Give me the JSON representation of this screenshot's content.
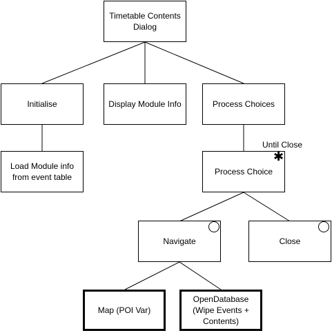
{
  "nodes": {
    "timetable_contents_dialog": "Timetable Contents\nDialog",
    "initialise": "Initialise",
    "display_module_info": "Display Module Info",
    "process_choices": "Process Choices",
    "load_module_info": "Load Module info\nfrom event table",
    "process_choice": "Process Choice",
    "navigate": "Navigate",
    "close": "Close",
    "map_poi_var": "Map (POI Var)",
    "open_database": "OpenDatabase\n(Wipe Events +\nContents)"
  },
  "edge_labels": {
    "until_close": "Until Close"
  },
  "markers": {
    "iteration": "✱"
  },
  "colors": {
    "line": "#000000",
    "box_fill": "#ffffff",
    "text": "#000000"
  }
}
